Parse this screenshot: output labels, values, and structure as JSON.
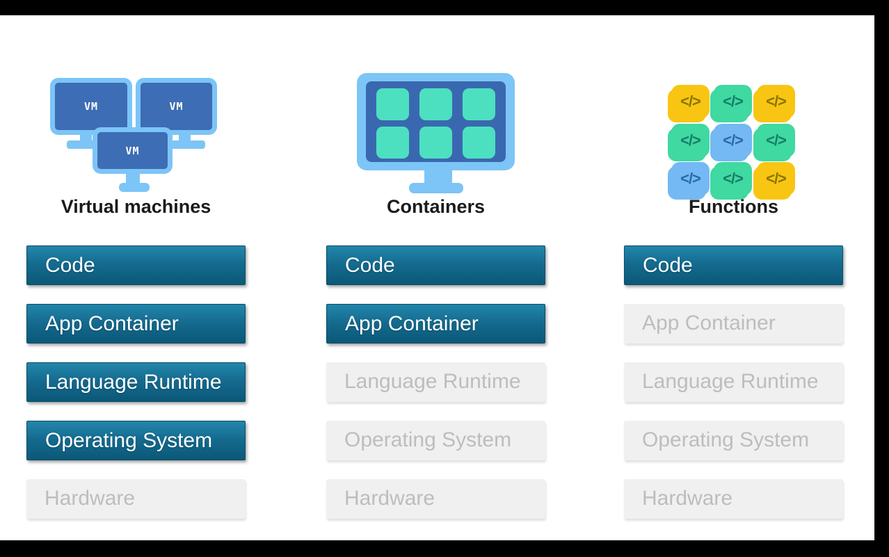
{
  "columns": [
    {
      "id": "virtual-machines",
      "title": "Virtual machines",
      "layers": [
        {
          "label": "Code",
          "active": true
        },
        {
          "label": "App Container",
          "active": true
        },
        {
          "label": "Language Runtime",
          "active": true
        },
        {
          "label": "Operating System",
          "active": true
        },
        {
          "label": "Hardware",
          "active": false
        }
      ]
    },
    {
      "id": "containers",
      "title": "Containers",
      "layers": [
        {
          "label": "Code",
          "active": true
        },
        {
          "label": "App Container",
          "active": true
        },
        {
          "label": "Language Runtime",
          "active": false
        },
        {
          "label": "Operating System",
          "active": false
        },
        {
          "label": "Hardware",
          "active": false
        }
      ]
    },
    {
      "id": "functions",
      "title": "Functions",
      "layers": [
        {
          "label": "Code",
          "active": true
        },
        {
          "label": "App Container",
          "active": false
        },
        {
          "label": "Language Runtime",
          "active": false
        },
        {
          "label": "Operating System",
          "active": false
        },
        {
          "label": "Hardware",
          "active": false
        }
      ]
    }
  ],
  "icons": {
    "vm_label": "VM",
    "code_glyph": "</>",
    "functions_grid": [
      [
        "yellow",
        "green",
        "yellow"
      ],
      [
        "green",
        "blue",
        "green"
      ],
      [
        "blue",
        "green",
        "yellow"
      ]
    ]
  },
  "colors": {
    "frame": "#000000",
    "background": "#ffffff",
    "active_bar_top": "#2287ab",
    "active_bar_bottom": "#0b5878",
    "inactive_bar": "#f0f0f0",
    "inactive_text": "#bdbdbd",
    "light_blue": "#7cc5f6",
    "screen_blue": "#3d6db4",
    "container_tile": "#4de0c0",
    "function_yellow": "#f9c513",
    "function_green": "#3fd9a1",
    "function_blue": "#74b9f3"
  }
}
